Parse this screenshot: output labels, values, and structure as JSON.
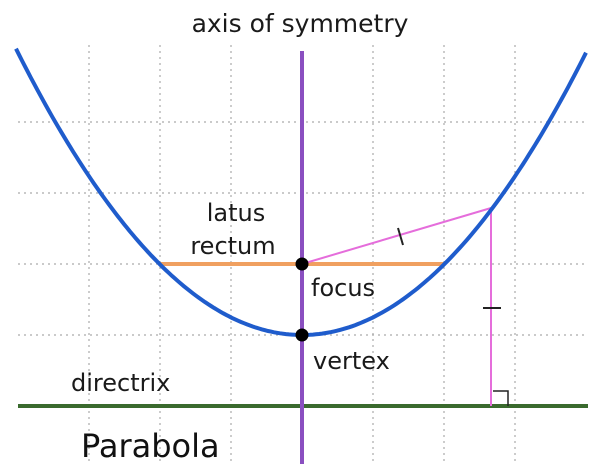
{
  "diagram": {
    "title": "axis of symmetry",
    "caption": "Parabola",
    "labels": {
      "latus_line1": "latus",
      "latus_line2": "rectum",
      "focus": "focus",
      "vertex": "vertex",
      "directrix": "directrix"
    },
    "colors": {
      "parabola": "#1f5ccc",
      "axis": "#8a4fc0",
      "latus_rectum": "#f0a060",
      "directrix": "#3a6a2e",
      "distance_lines": "#e56ddb",
      "grid": "#aaaaaa"
    }
  }
}
